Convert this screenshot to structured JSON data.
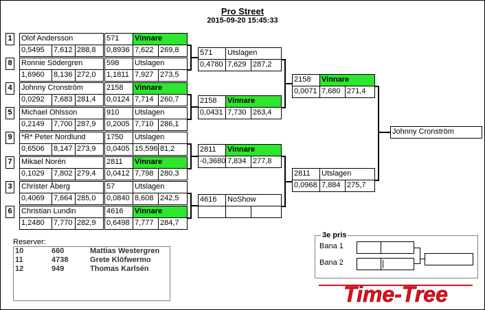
{
  "header": {
    "title": "Pro Street",
    "datetime": "2015-09-20 15:45:33"
  },
  "round1": [
    {
      "seed": "1",
      "name": "Olof Andersson",
      "rt": "0,5495",
      "et": "7,612",
      "speed": "288,8",
      "car": "571",
      "result": "Vinnare",
      "rt2": "0,8936",
      "et2": "7,622",
      "speed2": "269,8"
    },
    {
      "seed": "8",
      "name": "Ronnie Södergren",
      "rt": "1,6960",
      "et": "8,136",
      "speed": "272,0",
      "car": "598",
      "result": "Utslagen",
      "rt2": "1,1811",
      "et2": "7,927",
      "speed2": "273,5"
    },
    {
      "seed": "4",
      "name": "Johnny Cronström",
      "rt": "0,0292",
      "et": "7,683",
      "speed": "281,4",
      "car": "2158",
      "result": "Vinnare",
      "rt2": "0,0124",
      "et2": "7,714",
      "speed2": "260,7"
    },
    {
      "seed": "5",
      "name": "Michael Ohlsson",
      "rt": "0,2149",
      "et": "7,700",
      "speed": "287,9",
      "car": "910",
      "result": "Utslagen",
      "rt2": "0,2005",
      "et2": "7,710",
      "speed2": "286,1"
    },
    {
      "seed": "9",
      "name": "*R* Peter Nordlund",
      "rt": "0,6506",
      "et": "8,147",
      "speed": "273,9",
      "car": "1750",
      "result": "Utslagen",
      "rt2": "0,0405",
      "et2": "15,596",
      "speed2": "81,2"
    },
    {
      "seed": "7",
      "name": "Mikael Norén",
      "rt": "0,1029",
      "et": "7,802",
      "speed": "279,4",
      "car": "2811",
      "result": "Vinnare",
      "rt2": "0,0412",
      "et2": "7,798",
      "speed2": "280,3"
    },
    {
      "seed": "3",
      "name": "Christer Åberg",
      "rt": "0,4069",
      "et": "7,664",
      "speed": "285,0",
      "car": "57",
      "result": "Utslagen",
      "rt2": "0,0840",
      "et2": "8,608",
      "speed2": "242,5"
    },
    {
      "seed": "6",
      "name": "Christian Lundin",
      "rt": "1,2480",
      "et": "7,770",
      "speed": "282,9",
      "car": "4616",
      "result": "Vinnare",
      "rt2": "0,6498",
      "et2": "7,777",
      "speed2": "284,7"
    }
  ],
  "semis": [
    {
      "car": "571",
      "result": "Utslagen",
      "rt": "0,4780",
      "et": "7,629",
      "speed": "287,2"
    },
    {
      "car": "2158",
      "result": "Vinnare",
      "rt": "0,0431",
      "et": "7,730",
      "speed": "263,4"
    },
    {
      "car": "2811",
      "result": "Vinnare",
      "rt": "-0,3680",
      "et": "7,834",
      "speed": "277,8"
    },
    {
      "car": "4616",
      "result": "NoShow",
      "rt": "",
      "et": "",
      "speed": ""
    }
  ],
  "final": [
    {
      "car": "2158",
      "result": "Vinnare",
      "rt": "0,0071",
      "et": "7,680",
      "speed": "271,4"
    },
    {
      "car": "2811",
      "result": "Utslagen",
      "rt": "0,0968",
      "et": "7,884",
      "speed": "275,7"
    }
  ],
  "winner": {
    "name": "Johnny Cronström"
  },
  "reserves": {
    "label": "Reserver:",
    "rows": [
      {
        "num": "10",
        "car": "660",
        "name": "Mattias  Westergren"
      },
      {
        "num": "11",
        "car": "4738",
        "name": "Grete Klöfwermo"
      },
      {
        "num": "12",
        "car": "949",
        "name": "Thomas Karlsén"
      }
    ]
  },
  "third_place": {
    "title": "3e pris",
    "lane1": "Bana 1",
    "lane2": "Bana 2"
  },
  "brand": {
    "logo_text": "Time-Tree",
    "logo_color": "#e0101a",
    "win_color": "#2de62d"
  }
}
